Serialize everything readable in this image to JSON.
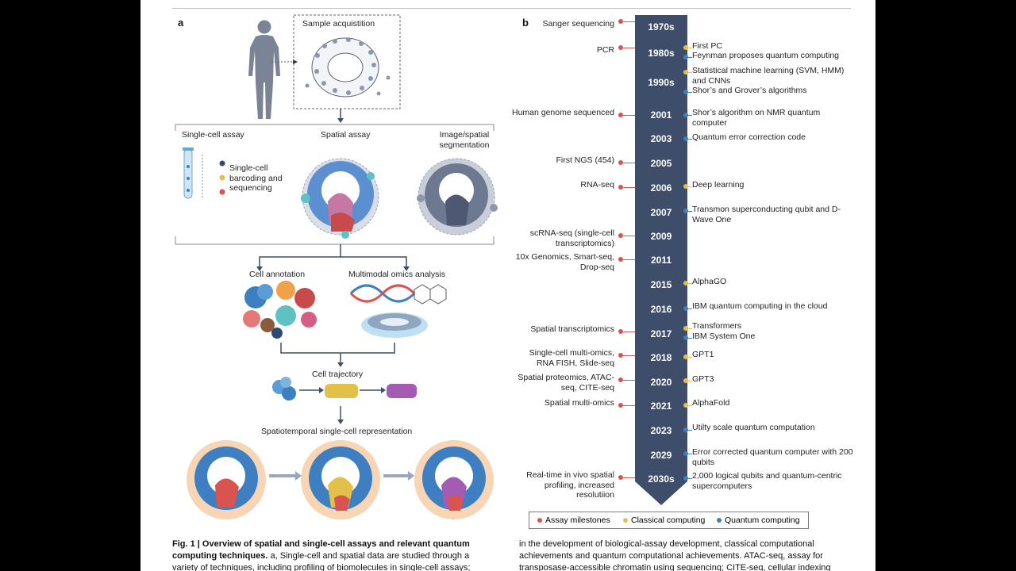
{
  "panel_a": {
    "label": "a",
    "sample_acquisition": "Sample acquistition",
    "single_cell_assay": "Single-cell assay",
    "spatial_assay": "Spatial assay",
    "image_segmentation": "Image/spatial segmentation",
    "barcoding": "Single-cell barcoding and sequencing",
    "cell_annotation": "Cell annotation",
    "multimodal": "Multimodal omics analysis",
    "cell_trajectory": "Cell trajectory",
    "spatiotemporal": "Spatiotemporal single-cell representation"
  },
  "panel_b": {
    "label": "b",
    "years": [
      "1970s",
      "1980s",
      "1990s",
      "2001",
      "2003",
      "2005",
      "2006",
      "2007",
      "2009",
      "2011",
      "2015",
      "2016",
      "2017",
      "2018",
      "2020",
      "2021",
      "2023",
      "2029",
      "2030s"
    ],
    "left_events": [
      {
        "text": "Sanger sequencing"
      },
      {
        "text": "PCR"
      },
      {
        "text": "Human genome sequenced"
      },
      {
        "text": "First NGS (454)"
      },
      {
        "text": "RNA-seq"
      },
      {
        "text": "scRNA-seq (single-cell transcriptomics)"
      },
      {
        "text": "10x Genomics, Smart-seq, Drop-seq"
      },
      {
        "text": "Spatial transcriptomics"
      },
      {
        "text": "Single-cell multi-omics, RNA FISH, Slide-seq"
      },
      {
        "text": "Spatial proteomics, ATAC-seq, CITE-seq"
      },
      {
        "text": "Spatial multi-omics"
      },
      {
        "text": "Real-time in vivo spatial profiling, increased resolutiion"
      }
    ],
    "right_events": [
      {
        "text": "First PC",
        "kind": "classical"
      },
      {
        "text": "Feynman proposes quantum computing",
        "kind": "quantum"
      },
      {
        "text": "Statistical machine learning (SVM, HMM) and CNNs",
        "kind": "classical"
      },
      {
        "text": "Shor’s and Grover’s algorithms",
        "kind": "quantum"
      },
      {
        "text": "Shor’s algorithm on NMR quantum computer",
        "kind": "quantum"
      },
      {
        "text": "Quantum error correction code",
        "kind": "quantum"
      },
      {
        "text": "Deep learning",
        "kind": "classical"
      },
      {
        "text": "Transmon superconducting qubit and  D-Wave One",
        "kind": "quantum"
      },
      {
        "text": "AlphaGO",
        "kind": "classical"
      },
      {
        "text": "IBM quantum computing in the cloud",
        "kind": "quantum"
      },
      {
        "text": "Transformers",
        "kind": "classical"
      },
      {
        "text": "IBM System One",
        "kind": "quantum"
      },
      {
        "text": "GPT1",
        "kind": "classical"
      },
      {
        "text": "GPT3",
        "kind": "classical"
      },
      {
        "text": "AlphaFold",
        "kind": "classical"
      },
      {
        "text": "Utilty scale quantum computation",
        "kind": "quantum"
      },
      {
        "text": "Error corrected quantum computer with 200 qubits",
        "kind": "quantum"
      },
      {
        "text": "2,000 logical qubits and quantum-centric supercomputers",
        "kind": "quantum"
      }
    ],
    "legend": {
      "assay": "Assay milestones",
      "classical": "Classical computing",
      "quantum": "Quantum computing"
    },
    "colors": {
      "assay": "#d9534f",
      "classical": "#e3c04a",
      "quantum": "#3d7fc1",
      "bar": "#3e4d6a"
    }
  },
  "caption": {
    "left_bold": "Fig. 1 | Overview of spatial and single-cell assays and relevant quantum computing techniques.",
    "left_tail": " a, Single-cell and spatial data are studied through a",
    "left_line3": "variety of techniques, including profiling of biomolecules in single-cell assays;",
    "right_line1": "in the development of biological-assay development, classical computational",
    "right_line2": "achievements and quantum computational achievements. ATAC-seq, assay for",
    "right_line3": "transposase-accessible chromatin using sequencing; CITE-seq, cellular indexing"
  }
}
